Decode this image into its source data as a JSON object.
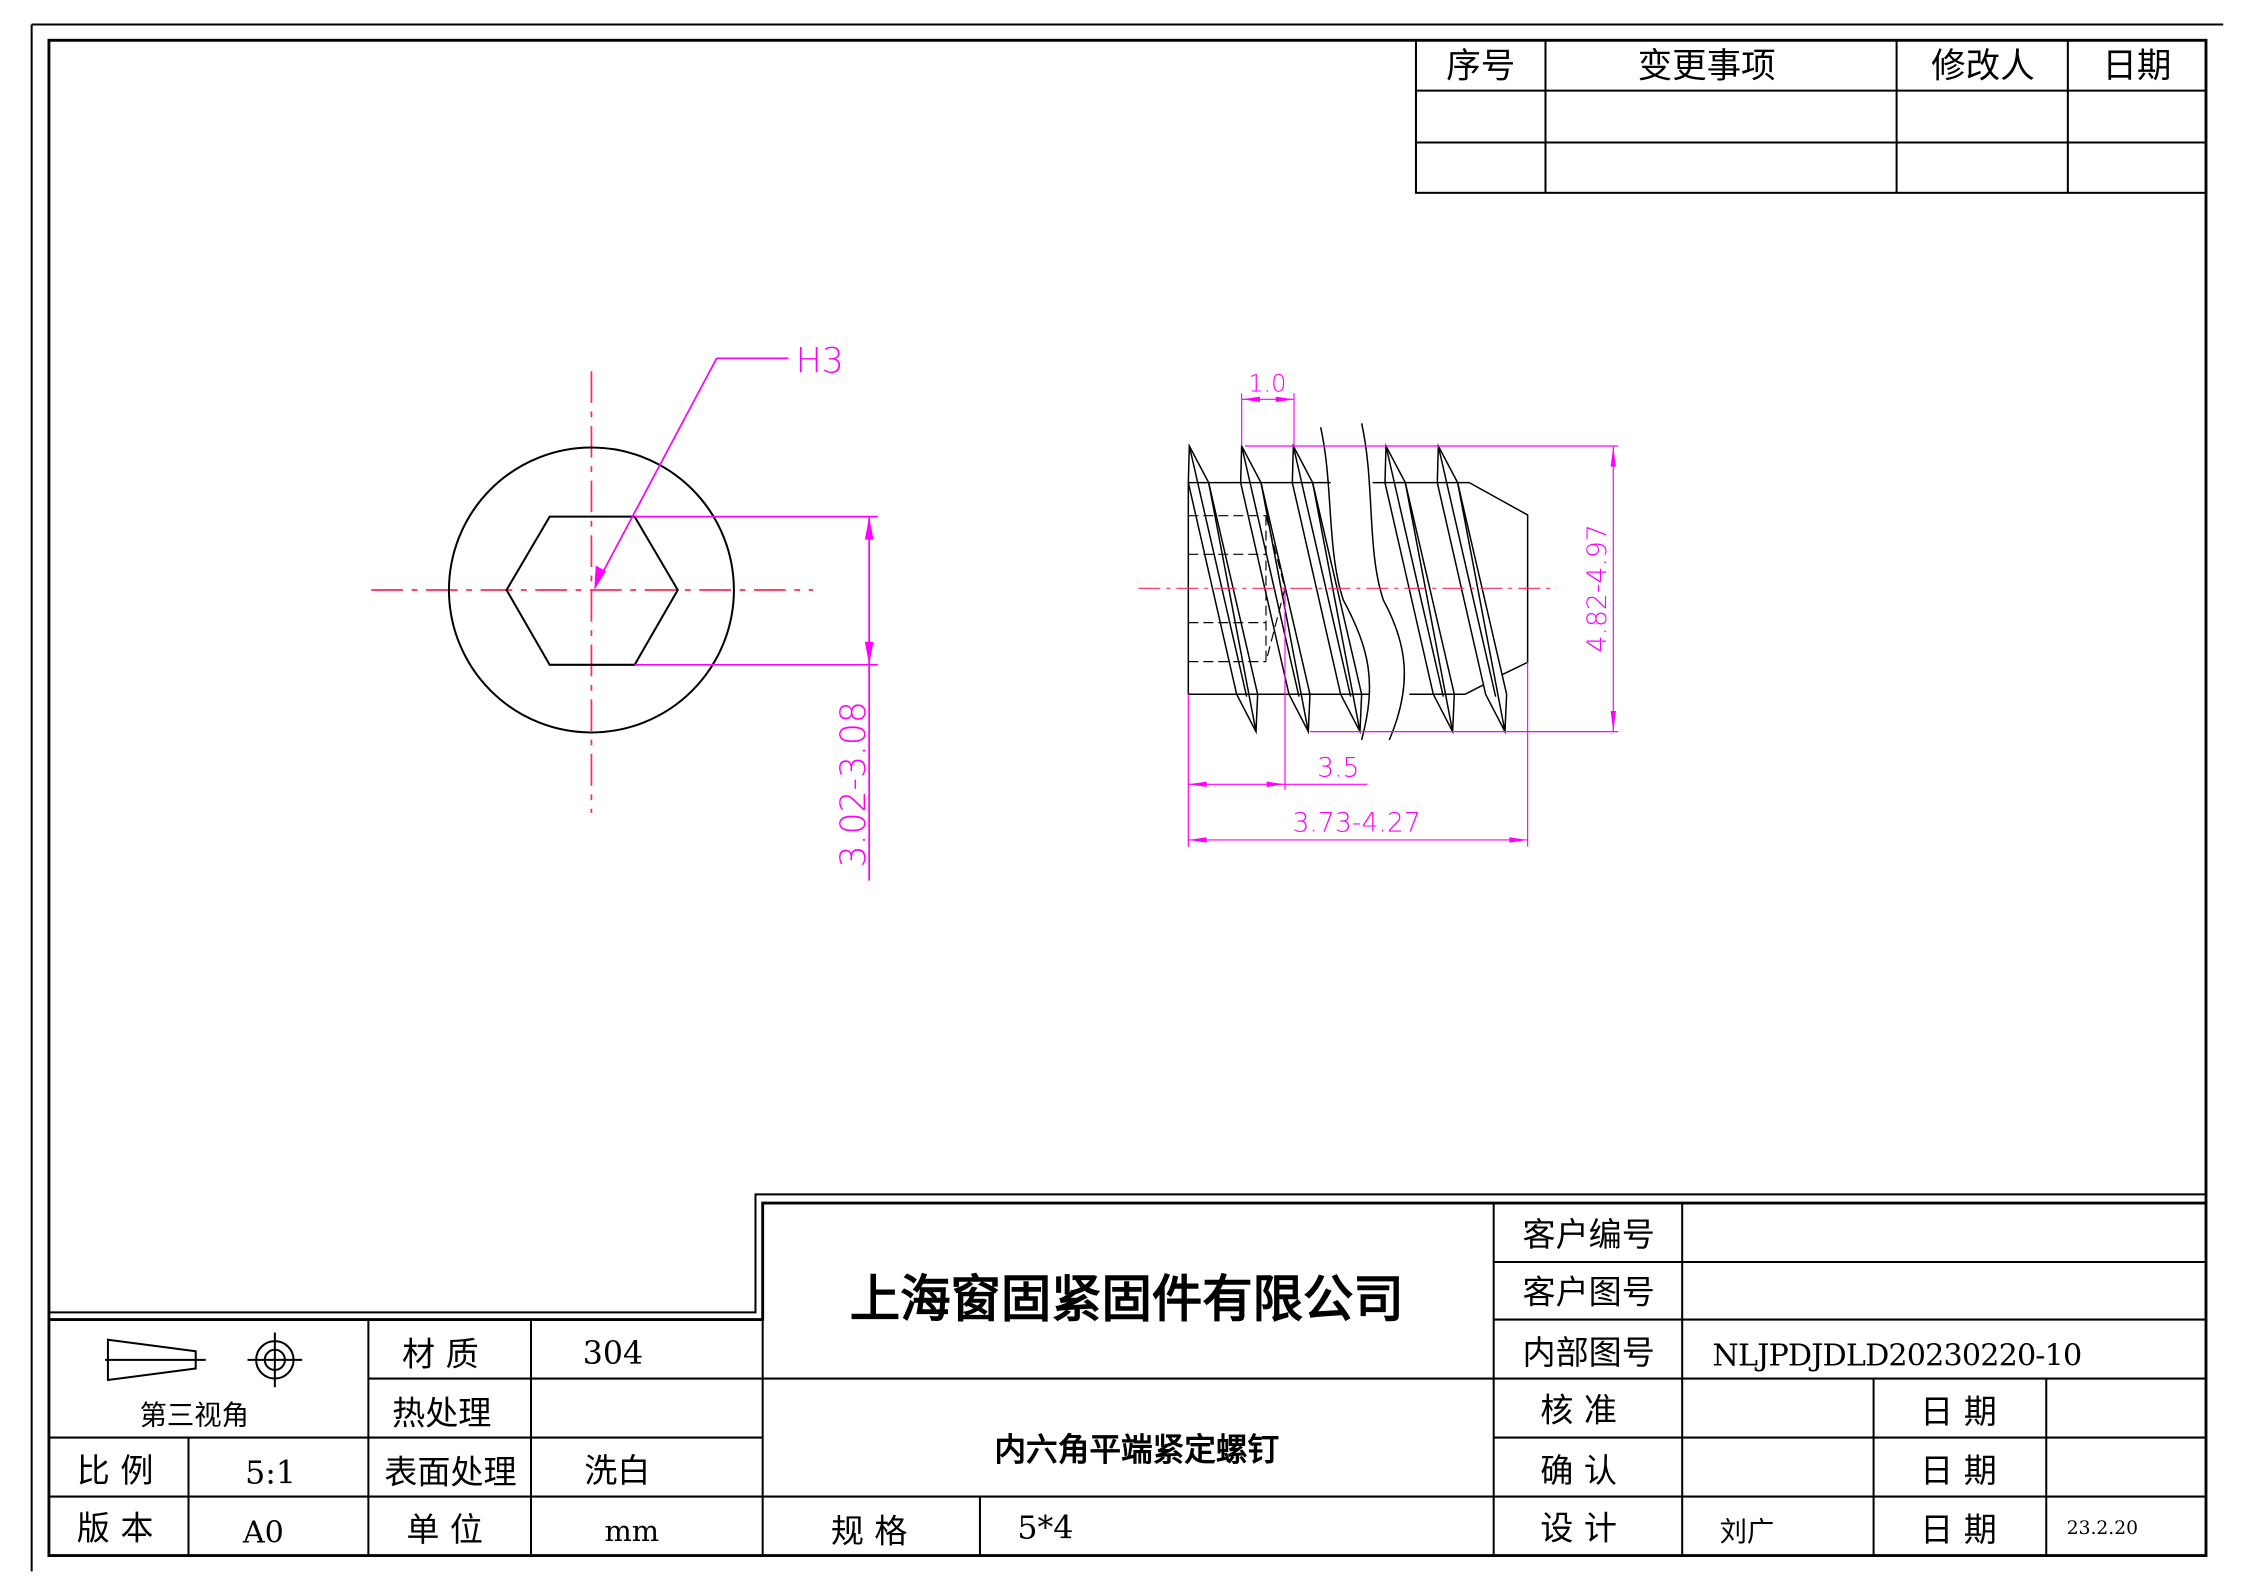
{
  "revision_table": {
    "headers": [
      "序号",
      "变更事项",
      "修改人",
      "日期"
    ]
  },
  "left_view": {
    "hex_label": "H3",
    "across_flats_dim": "3.02-3.08"
  },
  "side_view": {
    "pitch_dim": "1.0",
    "major_diameter_dim": "4.82-4.97",
    "socket_depth_dim": "3.5",
    "length_dim": "3.73-4.27"
  },
  "title_block": {
    "projection_label": "第三视角",
    "material_label": "材 质",
    "material_value": "304",
    "heat_treatment_label": "热处理",
    "heat_treatment_value": "",
    "scale_label": "比 例",
    "scale_value": "5:1",
    "surface_label": "表面处理",
    "surface_value": "洗白",
    "version_label": "版 本",
    "version_value": "A0",
    "unit_label": "单 位",
    "unit_value": "mm",
    "company_name": "上海窗固紧固件有限公司",
    "part_name": "内六角平端紧定螺钉",
    "spec_label": "规   格",
    "spec_value": "5*4",
    "customer_no_label": "客户编号",
    "customer_drawing_label": "客户图号",
    "internal_drawing_label": "内部图号",
    "internal_drawing_value": "NLJPDJDLD20230220-10",
    "approve_label": "核   准",
    "confirm_label": "确   认",
    "design_label": "设   计",
    "designer": "刘广",
    "date_label": "日 期",
    "design_date": "23.2.20"
  }
}
